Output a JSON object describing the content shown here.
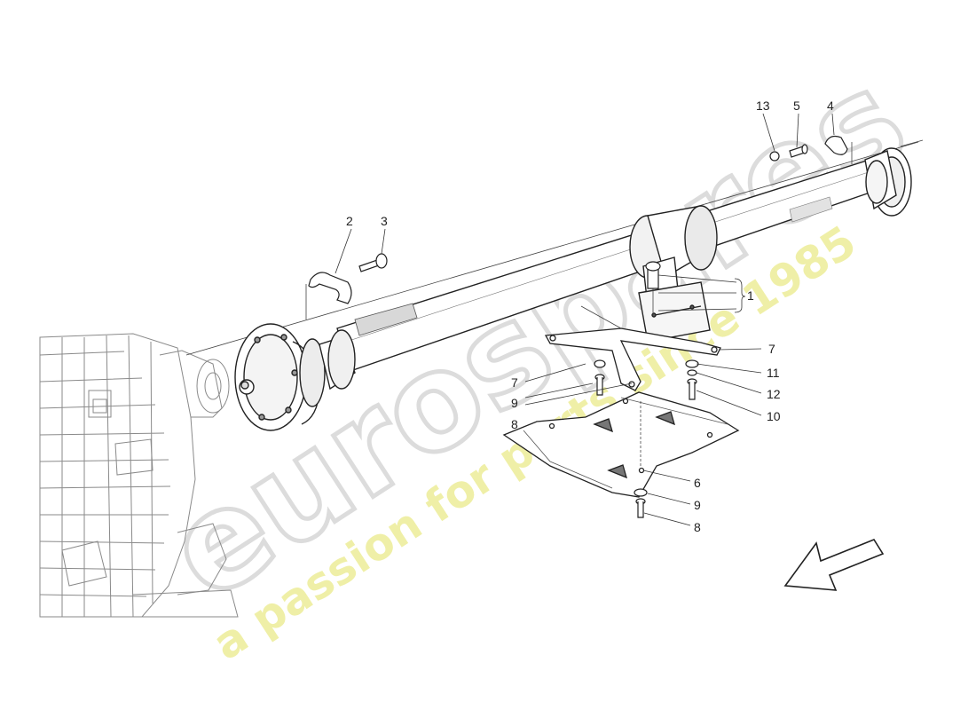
{
  "watermark": {
    "brand": "eurospares",
    "tagline": "a passion for parts since 1985",
    "brand_color": "#d9d9d9",
    "tagline_color": "#ecec9a"
  },
  "callouts": {
    "c1": "1",
    "c2": "2",
    "c3": "3",
    "c4": "4",
    "c5": "5",
    "c6": "6",
    "c7a": "7",
    "c7b": "7",
    "c8a": "8",
    "c8b": "8",
    "c9a": "9",
    "c9b": "9",
    "c10": "10",
    "c11": "11",
    "c12": "12",
    "c13": "13"
  },
  "icons": {
    "direction": "direction-arrow-icon"
  }
}
